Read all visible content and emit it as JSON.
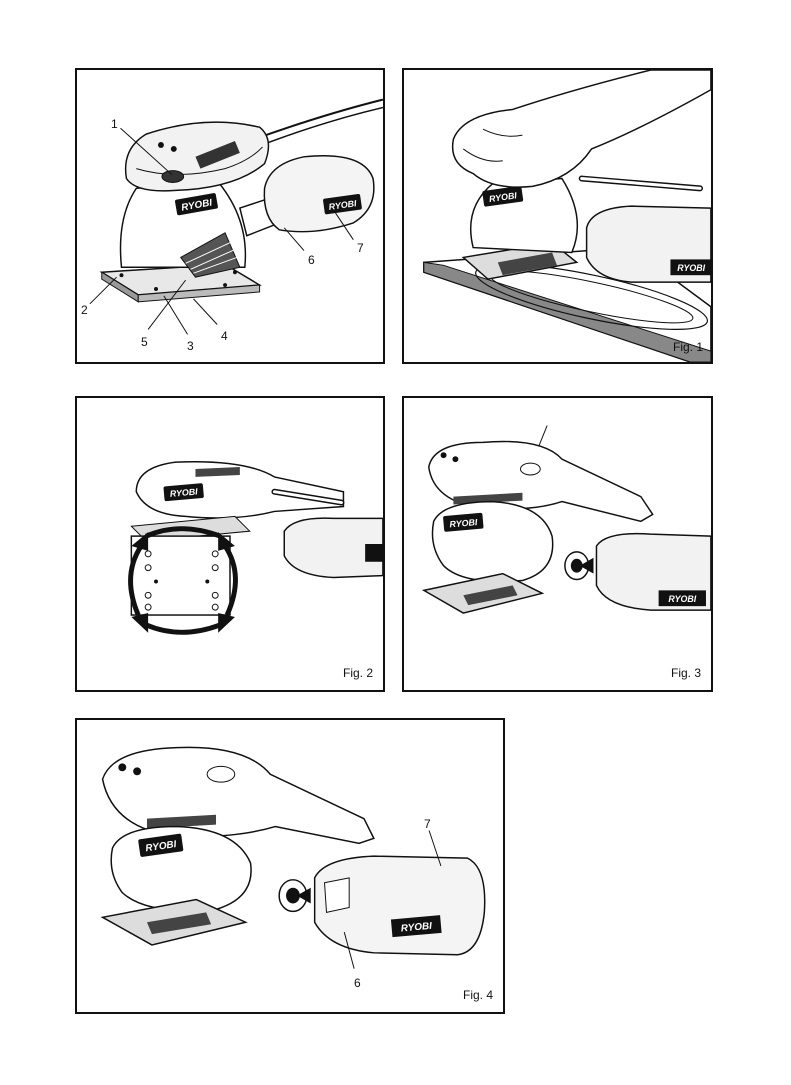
{
  "brand": "RYOBI",
  "panels": {
    "overview": {
      "callouts": [
        "1",
        "2",
        "3",
        "4",
        "5",
        "6",
        "7"
      ]
    },
    "fig1": {
      "label": "Fig. 1"
    },
    "fig2": {
      "label": "Fig. 2"
    },
    "fig3": {
      "label": "Fig. 3"
    },
    "fig4": {
      "label": "Fig. 4",
      "callouts": [
        "6",
        "7"
      ]
    }
  }
}
